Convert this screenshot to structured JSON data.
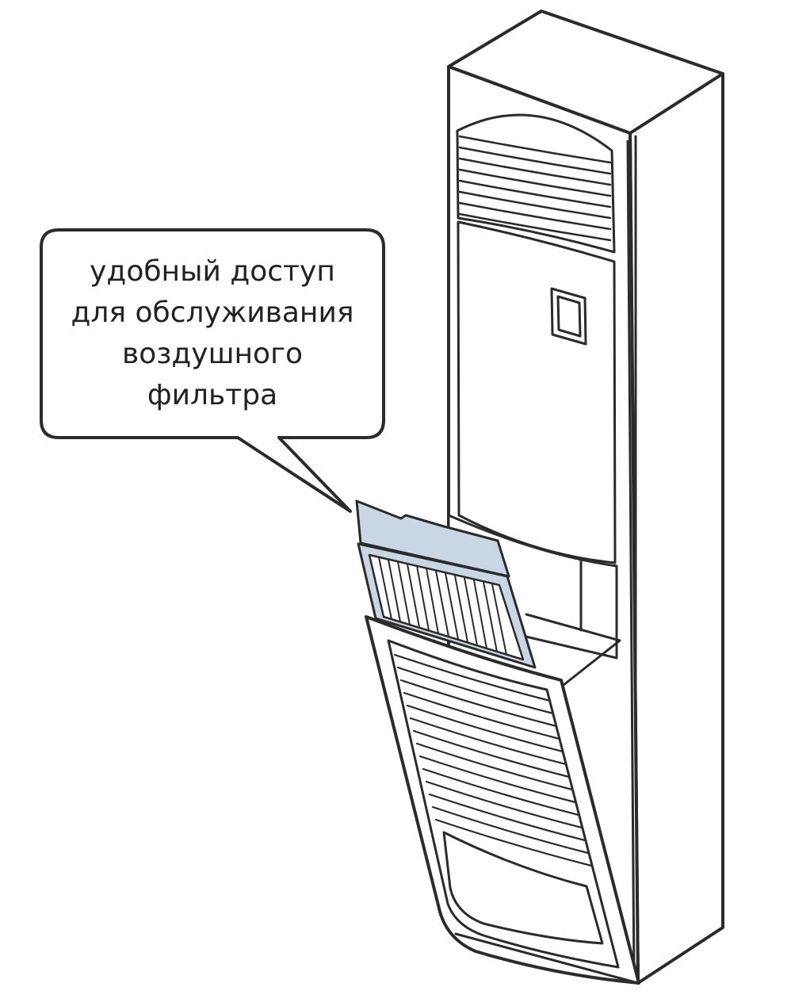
{
  "callout": {
    "lines": [
      "удобный доступ",
      "для обслуживания",
      "воздушного",
      "фильтра"
    ]
  },
  "colors": {
    "line": "#2b2b2b",
    "filter": "#c9d6e3",
    "background": "#ffffff"
  },
  "icons": {
    "unit": "floor-standing-air-conditioner-icon",
    "filter": "air-filter-icon",
    "display": "control-display-icon"
  }
}
